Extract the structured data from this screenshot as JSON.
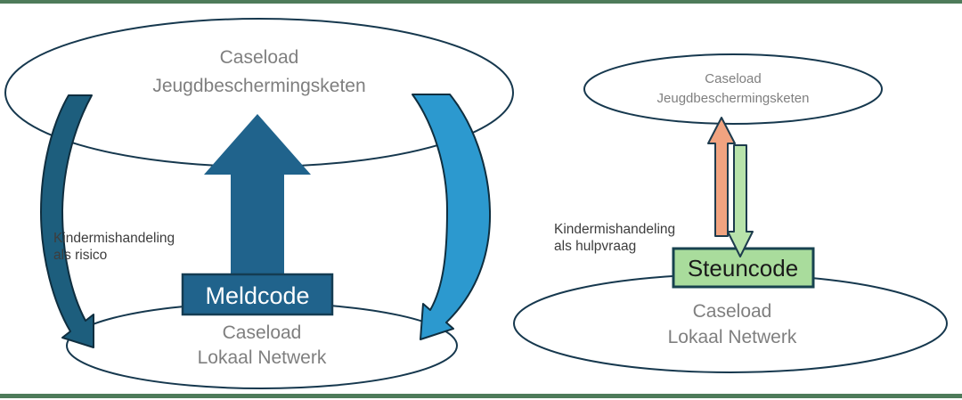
{
  "colors": {
    "bar_green": "#4e7b5a",
    "outline_navy": "#16384e",
    "ellipse_text_gray": "#7f7f7f",
    "label_text": "#3d3d3d",
    "big_arrow": "#20638c",
    "meldcode_fill": "#20638c",
    "meldcode_border": "#143c52",
    "meldcode_text": "#ffffff",
    "left_ribbon_fill": "#1d5e7d",
    "right_ribbon_fill": "#2c99cf",
    "ribbon_outline": "#0f2e3f",
    "orange_arrow_fill": "#f1a380",
    "green_arrow_fill": "#b8e3ab",
    "arrow_outline": "#1d3b4d",
    "steuncode_fill": "#a9dc9c",
    "steuncode_border": "#17424f",
    "steuncode_text": "#1a1a1a"
  },
  "left_diagram": {
    "top_ellipse": {
      "line1": "Caseload",
      "line2": "Jeugdbeschermingsketen"
    },
    "bottom_ellipse": {
      "line1": "Caseload",
      "line2": "Lokaal Netwerk"
    },
    "side_label": {
      "line1": "Kindermishandeling",
      "line2": "als risico"
    },
    "box_label": "Meldcode"
  },
  "right_diagram": {
    "top_ellipse": {
      "line1": "Caseload",
      "line2": "Jeugdbeschermingsketen"
    },
    "bottom_ellipse": {
      "line1": "Caseload",
      "line2": "Lokaal Netwerk"
    },
    "side_label": {
      "line1": "Kindermishandeling",
      "line2": "als hulpvraag"
    },
    "box_label": "Steuncode"
  }
}
